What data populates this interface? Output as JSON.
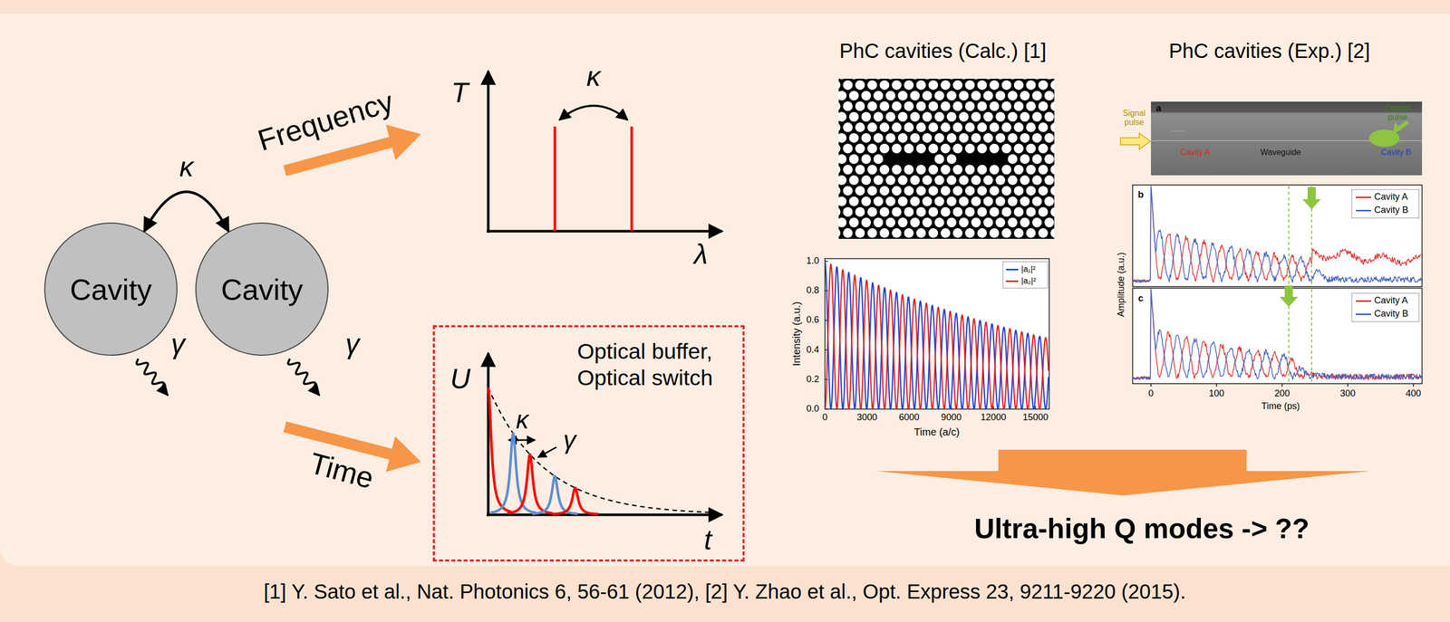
{
  "diagram": {
    "caption": "[1] Y. Sato et al., Nat. Photonics 6, 56-61 (2012), [2] Y. Zhao et al., Opt. Express 23, 9211-9220 (2015).",
    "nodes": [
      {
        "text": [
          "Cavity"
        ]
      },
      {
        "text": [
          "Cavity"
        ]
      },
      {
        "text": [
          "Optical buffer, Optical switch"
        ]
      }
    ],
    "edges": [
      {
        "from": 0,
        "to": 1,
        "label": "κ",
        "arrow": "both"
      }
    ],
    "labels": [
      "κ",
      "T",
      "λ",
      "γ",
      "γ",
      "Frequency",
      "Time",
      "U",
      "κ",
      "γ",
      "t",
      "PhC cavities (Calc.) [1]",
      "PhC cavities (Exp.) [2]",
      "0.0",
      "0.2",
      "0.4",
      "0.6",
      "0.8",
      "1.0",
      "0",
      "3000",
      "6000",
      "9000",
      "12000",
      "15000",
      "Time (a/c)",
      "Intensity (a.u.)",
      "a",
      "Signal pulse",
      "Control pulse",
      "Cavity A",
      "Waveguide",
      "Cavity B",
      "b",
      "c",
      "Amplitude (a.u.)",
      "0",
      "100",
      "200",
      "300",
      "400",
      "Time (ps)",
      "Ultra-high Q modes -> ??"
    ],
    "legend": [
      {
        "text": "|a₁|²",
        "color": "#1f3fd0"
      },
      {
        "text": "|a₂|²",
        "color": "#e02020"
      },
      {
        "text": "Cavity A",
        "color": "#e03030"
      },
      {
        "text": "Cavity B",
        "color": "#4060c0"
      },
      {
        "text": "Cavity A",
        "color": "#e03030"
      },
      {
        "text": "Cavity B",
        "color": "#4060c0"
      }
    ]
  }
}
